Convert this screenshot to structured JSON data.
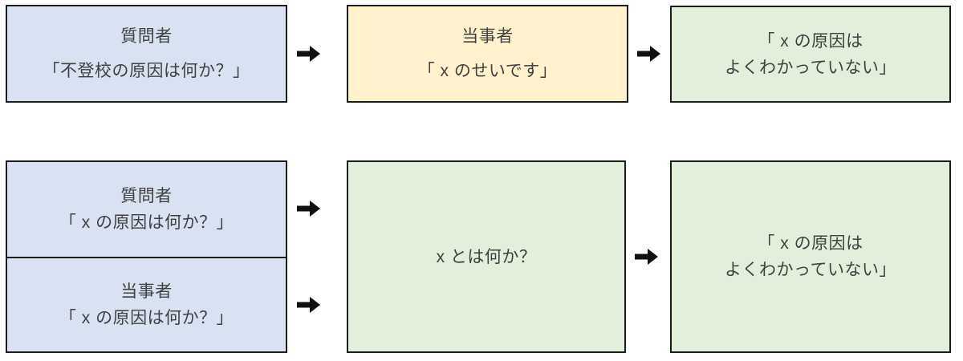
{
  "colors": {
    "box_blue": "#d9e2f3",
    "box_yellow": "#fff2cc",
    "box_green": "#e2efda",
    "border": "#1c1c1c",
    "text": "#404040",
    "arrow": "#111111"
  },
  "diagram": {
    "row1": {
      "questioner_box": {
        "lines": [
          "質問者",
          "「不登校の原因は何か？」"
        ]
      },
      "party_box": {
        "lines": [
          "当事者",
          "「 x のせいです」"
        ]
      },
      "result_box": {
        "lines": [
          "「 x の原因は",
          "よくわかっていない」"
        ]
      }
    },
    "row2": {
      "questioner_box": {
        "lines": [
          "質問者",
          "「 x の原因は何か？」"
        ]
      },
      "party_box": {
        "lines": [
          "当事者",
          "「 x の原因は何か？」"
        ]
      },
      "question_box": {
        "lines": [
          "x とは何か？"
        ]
      },
      "result_box": {
        "lines": [
          "「 x の原因は",
          "よくわかっていない」"
        ]
      }
    }
  }
}
